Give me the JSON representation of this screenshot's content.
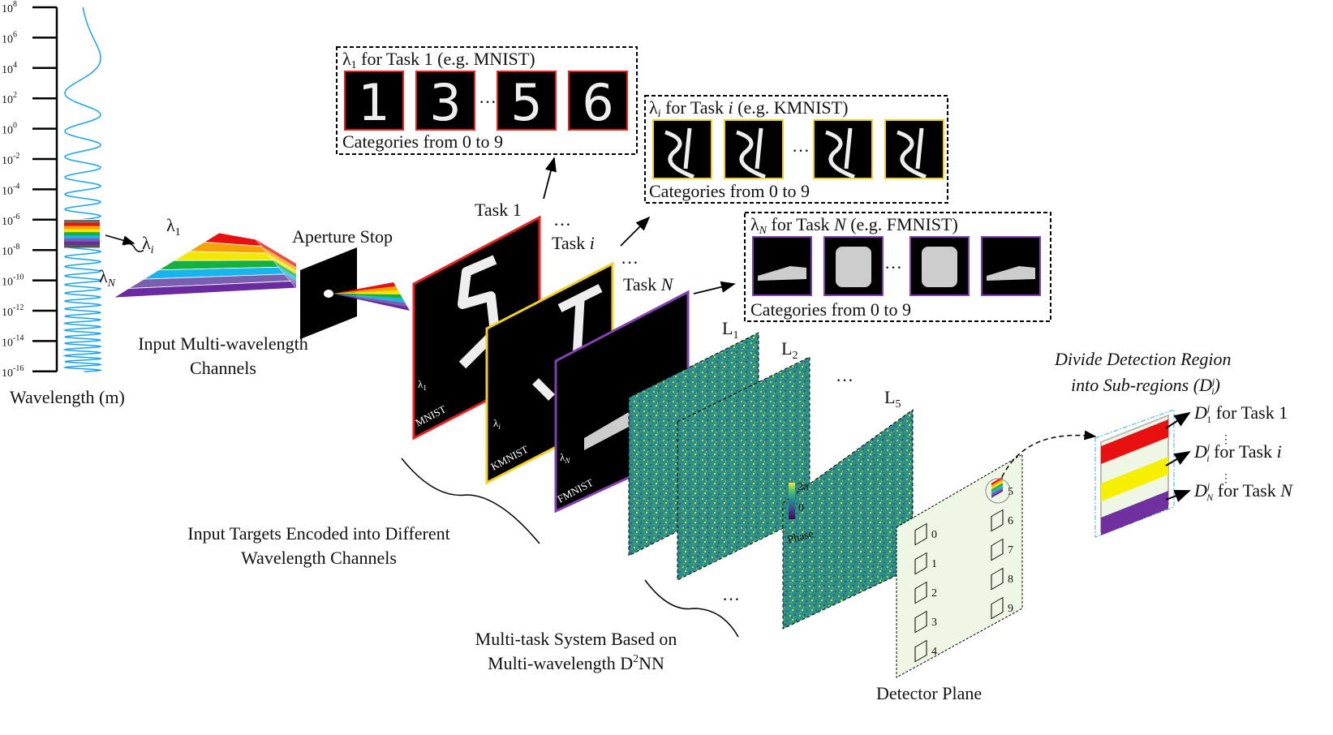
{
  "axis": {
    "title": "Wavelength (m)",
    "ticks": [
      {
        "base": "10",
        "exp": "8"
      },
      {
        "base": "10",
        "exp": "6"
      },
      {
        "base": "10",
        "exp": "4"
      },
      {
        "base": "10",
        "exp": "2"
      },
      {
        "base": "10",
        "exp": "0"
      },
      {
        "base": "10",
        "exp": "-2"
      },
      {
        "base": "10",
        "exp": "-4"
      },
      {
        "base": "10",
        "exp": "-6"
      },
      {
        "base": "10",
        "exp": "-8"
      },
      {
        "base": "10",
        "exp": "-10"
      },
      {
        "base": "10",
        "exp": "-12"
      },
      {
        "base": "10",
        "exp": "-14"
      },
      {
        "base": "10",
        "exp": "-16"
      }
    ],
    "wave_color": "#1aa3e8"
  },
  "lambdas": {
    "l1": {
      "sym": "λ",
      "sub": "1"
    },
    "li": {
      "sym": "λ",
      "sub": "i"
    },
    "lN": {
      "sym": "λ",
      "sub": "N"
    }
  },
  "input_label": [
    "Input Multi-wavelength",
    "Channels"
  ],
  "aperture_label": "Aperture Stop",
  "spectrum_colors": [
    "#e81010",
    "#f5a300",
    "#f5e800",
    "#14b040",
    "#18b4ee",
    "#7a5fb0",
    "#6a2aa0"
  ],
  "tasks": {
    "task1": "Task 1",
    "taski": {
      "pre": "Task ",
      "it": "i"
    },
    "taskN": {
      "pre": "Task ",
      "it": "N"
    },
    "dots": "…"
  },
  "inputs": [
    {
      "lambda": "λ",
      "sub": "1",
      "dataset": "MNIST",
      "color": "#e82020"
    },
    {
      "lambda": "λ",
      "sub": "i",
      "dataset": "KMNIST",
      "color": "#f0d020"
    },
    {
      "lambda": "λ",
      "sub": "N",
      "dataset": "FMNIST",
      "color": "#8040b0"
    }
  ],
  "input_targets_label": [
    "Input Targets Encoded into Different",
    "Wavelength Channels"
  ],
  "boxes": [
    {
      "sym": "λ",
      "sub": "1",
      "mid": " for Task ",
      "task": "1",
      "post": " (e.g. MNIST)",
      "footer": "Categories from 0 to 9",
      "samples": [
        "1",
        "3",
        "5",
        "6"
      ],
      "border": "#e82020"
    },
    {
      "sym": "λ",
      "sub": "i",
      "mid": " for Task ",
      "task": "i",
      "post": " (e.g. KMNIST)",
      "footer": "Categories from 0 to 9",
      "border": "#f0d020"
    },
    {
      "sym": "λ",
      "sub": "N",
      "mid": " for Task ",
      "task": "N",
      "post": " (e.g. FMNIST)",
      "footer": "Categories from 0 to 9",
      "border": "#8040b0"
    }
  ],
  "ellipsis": "···",
  "layers": {
    "l1": {
      "L": "L",
      "sub": "1"
    },
    "l2": {
      "L": "L",
      "sub": "2"
    },
    "l5": {
      "L": "L",
      "sub": "5"
    }
  },
  "phase": {
    "max": "2π",
    "min": "0",
    "label": "Phase"
  },
  "system_label": {
    "line1": "Multi-task System Based on",
    "line2_pre": "Multi-wavelength D",
    "line2_sup": "2",
    "line2_post": "NN"
  },
  "detector": {
    "label": "Detector Plane",
    "left": [
      "0",
      "1",
      "2",
      "3",
      "4"
    ],
    "right": [
      "5",
      "6",
      "7",
      "8",
      "9"
    ],
    "fill": "#eef6e4"
  },
  "divide_label": {
    "line1": "Divide Detection Region",
    "line2": "into Sub-regions (",
    "D": "D",
    "sub": "i",
    "sup": "j",
    "close": ")"
  },
  "subregions": [
    {
      "D": "D",
      "sub": "1",
      "sup": "j",
      "text": " for Task ",
      "task": "1",
      "color": "#e81010"
    },
    {
      "D": "D",
      "sub": "i",
      "sup": "j",
      "text": " for Task ",
      "task": "i",
      "color": "#f5f000"
    },
    {
      "D": "D",
      "sub": "N",
      "sup": "j",
      "text": " for Task ",
      "task": "N",
      "color": "#7030a0"
    }
  ],
  "vdots": "⋮"
}
